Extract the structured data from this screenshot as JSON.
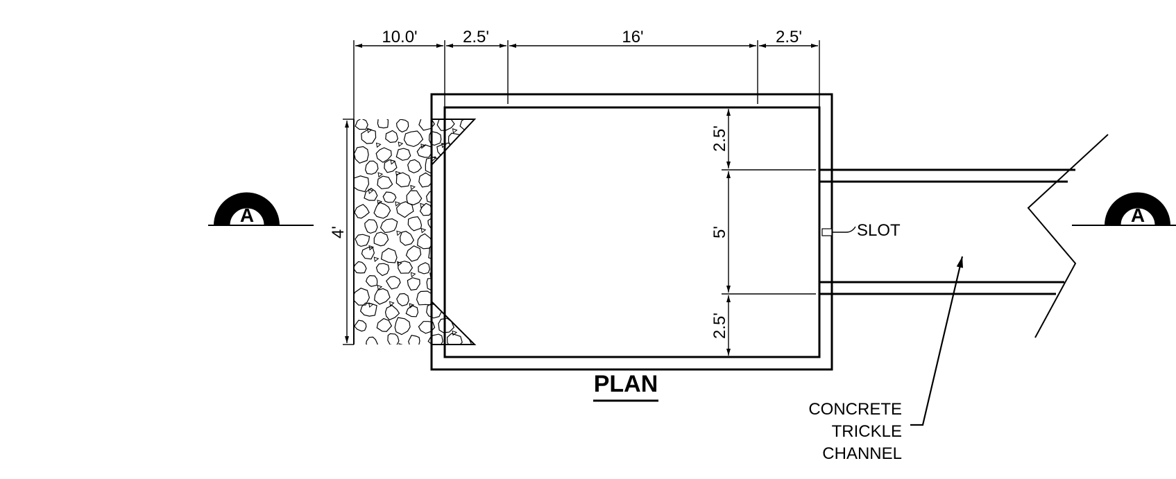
{
  "title": "PLAN",
  "section_marker": "A",
  "dimensions": {
    "riprap_length": "10.0'",
    "wall_left": "2.5'",
    "middle": "16'",
    "wall_right": "2.5'",
    "riprap_width": "4'",
    "upper_side": "2.5'",
    "channel_width": "5'",
    "lower_side": "2.5'"
  },
  "labels": {
    "slot": "SLOT",
    "channel_line1": "CONCRETE",
    "channel_line2": "TRICKLE",
    "channel_line3": "CHANNEL"
  }
}
